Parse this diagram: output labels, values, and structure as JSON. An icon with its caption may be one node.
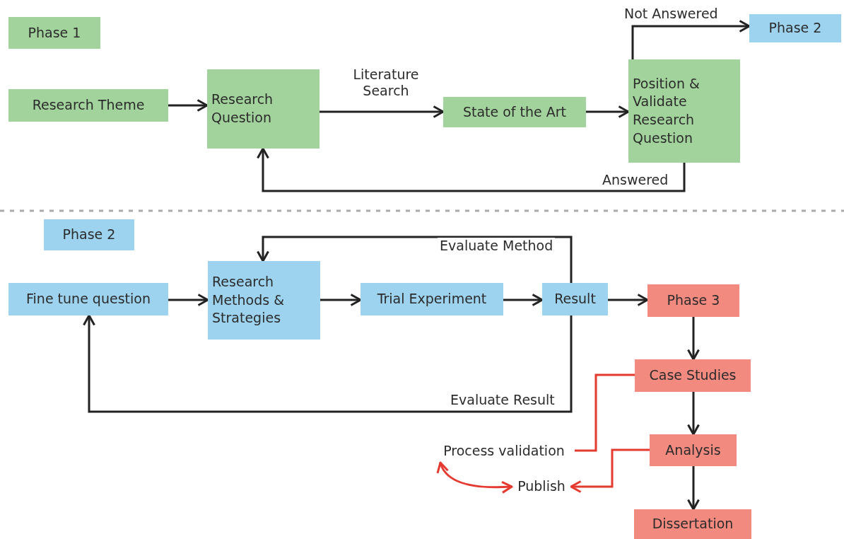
{
  "diagram": {
    "nodes": [
      {
        "text": [
          "Phase 1"
        ]
      },
      {
        "text": [
          "Research Theme"
        ]
      },
      {
        "text": [
          "Research Question"
        ]
      },
      {
        "text": [
          "State of the Art"
        ]
      },
      {
        "text": [
          "Position & Validate Research Question"
        ]
      },
      {
        "text": [
          "Phase 2"
        ]
      },
      {
        "text": [
          "Phase 2"
        ]
      },
      {
        "text": [
          "Fine tune question"
        ]
      },
      {
        "text": [
          "Research Methods & Strategies"
        ]
      },
      {
        "text": [
          "Trial Experiment"
        ]
      },
      {
        "text": [
          "Result"
        ]
      },
      {
        "text": [
          "Phase 3"
        ]
      },
      {
        "text": [
          "Case Studies"
        ]
      },
      {
        "text": [
          "Analysis"
        ]
      },
      {
        "text": [
          "Dissertation"
        ]
      },
      {
        "text": [
          "Process validation"
        ]
      },
      {
        "text": [
          "Publish"
        ]
      }
    ],
    "edges": [
      {
        "from": 1,
        "to": 2,
        "arrow": "to"
      },
      {
        "from": 2,
        "to": 3,
        "arrow": "to",
        "label": "Literature Search"
      },
      {
        "from": 3,
        "to": 4,
        "arrow": "to"
      },
      {
        "from": 4,
        "to": 5,
        "arrow": "to",
        "label": "Not Answered"
      },
      {
        "from": 4,
        "to": 2,
        "arrow": "to",
        "label": "Answered"
      },
      {
        "from": 7,
        "to": 8,
        "arrow": "to"
      },
      {
        "from": 8,
        "to": 9,
        "arrow": "to"
      },
      {
        "from": 9,
        "to": 10,
        "arrow": "to"
      },
      {
        "from": 10,
        "to": 8,
        "arrow": "to",
        "label": "Evaluate Method"
      },
      {
        "from": 10,
        "to": 7,
        "arrow": "to",
        "label": "Evaluate Result"
      },
      {
        "from": 10,
        "to": 11,
        "arrow": "to"
      },
      {
        "from": 11,
        "to": 12,
        "arrow": "to"
      },
      {
        "from": 12,
        "to": 13,
        "arrow": "to"
      },
      {
        "from": 13,
        "to": 14,
        "arrow": "to"
      },
      {
        "from": 12,
        "to": 15,
        "arrow": "none",
        "color": "#e53a2f"
      },
      {
        "from": 13,
        "to": 16,
        "arrow": "to",
        "color": "#e53a2f"
      },
      {
        "from": 15,
        "to": 16,
        "arrow": "both",
        "color": "#e53a2f"
      }
    ]
  }
}
